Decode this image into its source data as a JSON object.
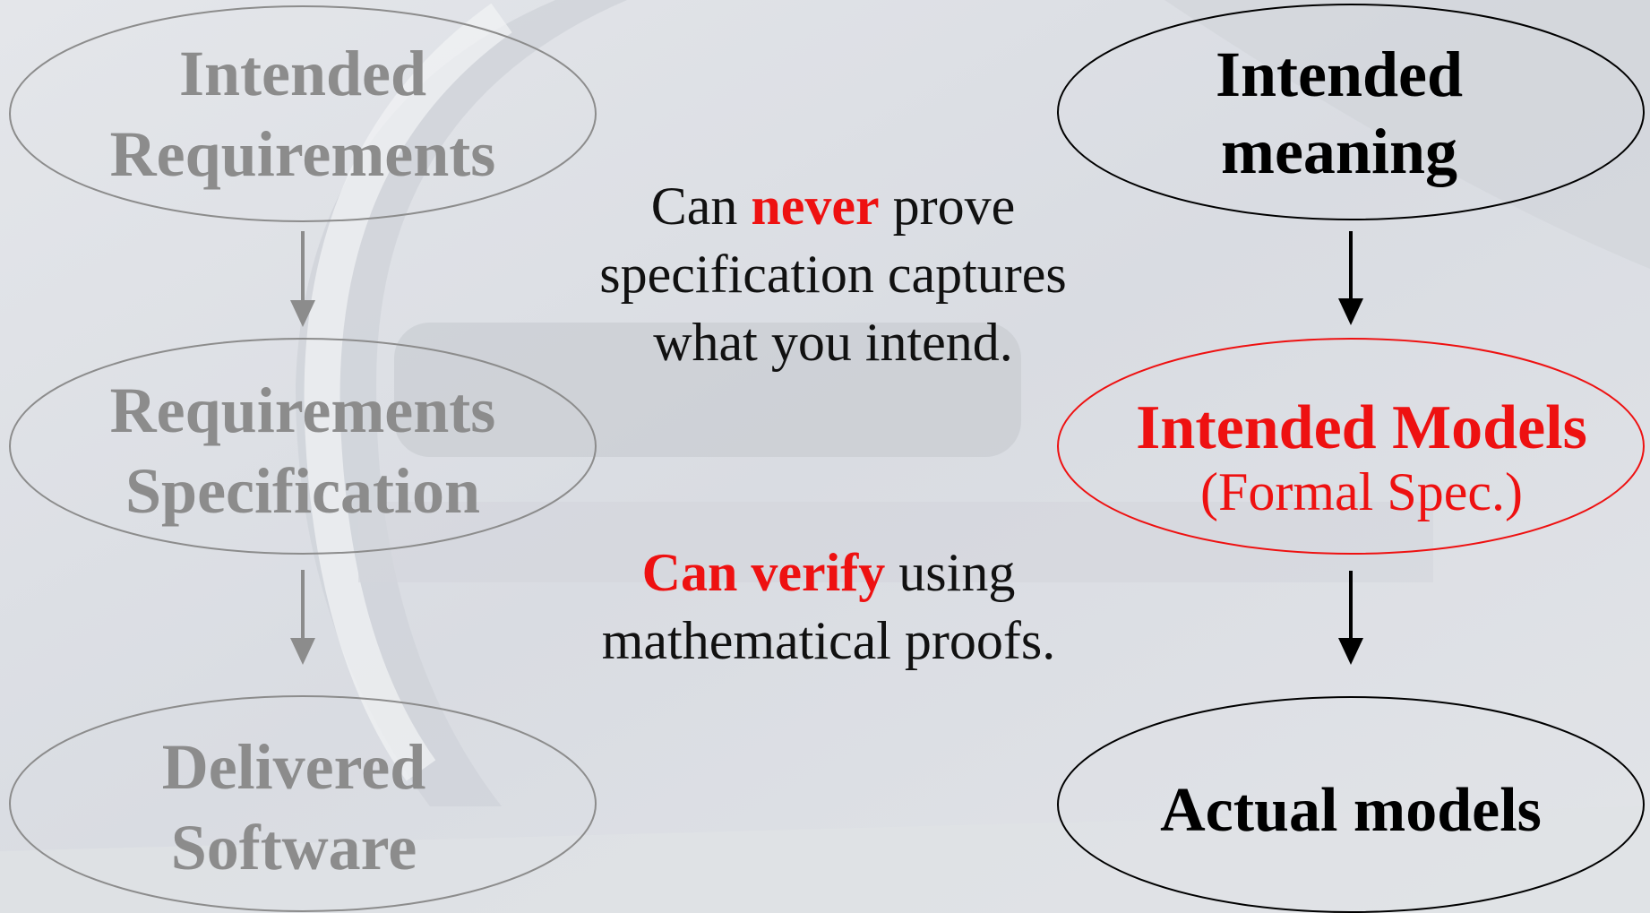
{
  "left_column": {
    "node1": {
      "line1": "Intended",
      "line2": "Requirements"
    },
    "node2": {
      "line1": "Requirements",
      "line2": "Specification"
    },
    "node3": {
      "line1": "Delivered",
      "line2": "Software"
    }
  },
  "middle": {
    "note1": {
      "pre": "Can ",
      "emph": "never",
      "post": " prove",
      "line2": "specification captures",
      "line3": "what you intend."
    },
    "note2": {
      "emph": "Can verify",
      "post": " using",
      "line2": "mathematical proofs."
    }
  },
  "right_column": {
    "node1": {
      "line1": "Intended",
      "line2": "meaning"
    },
    "node2": {
      "line1": "Intended Models",
      "line2": "(Formal Spec.)"
    },
    "node3": {
      "line1": "Actual models"
    }
  },
  "colors": {
    "faded": "#8c8c8c",
    "dark": "#000000",
    "highlight": "#ee1111",
    "background": "#dcdfe4"
  }
}
